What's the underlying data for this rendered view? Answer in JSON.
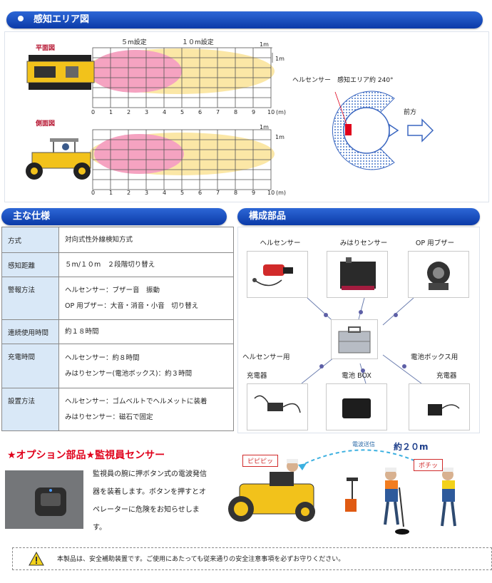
{
  "section1": {
    "title": "感知エリア図"
  },
  "diagram": {
    "plan_label": "平面図",
    "side_label": "側面図",
    "label_5m": "５m設定",
    "label_10m": "１０m設定",
    "scale_1m_a": "1m",
    "scale_1m_b": "1m",
    "scale_1m_c": "1m",
    "scale_1m_d": "1m",
    "axis_ticks": [
      "0",
      "1",
      "2",
      "3",
      "4",
      "5",
      "6",
      "7",
      "8",
      "9",
      "10"
    ],
    "unit": "(m)",
    "sensor_caption": "ヘルセンサー　感知エリア約 240°",
    "forward": "前方"
  },
  "specs": {
    "title": "主な仕様",
    "rows": [
      {
        "key": "方式",
        "lines": [
          "対向式性外線検知方式"
        ]
      },
      {
        "key": "感知距離",
        "lines": [
          "５m/１０m　２段階切り替え"
        ]
      },
      {
        "key": "警報方法",
        "lines": [
          "ヘルセンサー：ブザー音　振動",
          "OP 用ブザー：大音・消音・小音　切り替え"
        ]
      },
      {
        "key": "連続使用時間",
        "lines": [
          "約１８時間"
        ]
      },
      {
        "key": "充電時間",
        "lines": [
          "ヘルセンサー：約８時間",
          "みはりセンサー(電池ボックス)：約３時間"
        ]
      },
      {
        "key": "設置方法",
        "lines": [
          "ヘルセンサー：ゴムベルトでヘルメットに装着",
          "みはりセンサー：磁石で固定"
        ]
      }
    ]
  },
  "parts": {
    "title": "構成部品",
    "helsensor": "ヘルセンサー",
    "mihari": "みはりセンサー",
    "op_buzzer": "OP 用ブザー",
    "hel_charger_1": "ヘルセンサー用",
    "hel_charger_2": "充電器",
    "battery_box": "電池 BOX",
    "bat_charger_1": "電池ボックス用",
    "bat_charger_2": "充電器"
  },
  "option": {
    "title": "★オプション部品★監視員センサー",
    "text_lines": [
      "監視員の腕に押ボタン式の電波発信",
      "器を装着します。ボタンを押すとオ",
      "ペレーターに危険をお知らせしま",
      "す。"
    ],
    "bubble_left": "ピピピッ",
    "bubble_right": "ポチッ",
    "radio_label": "電波送信",
    "distance": "約２０m"
  },
  "notice": "本製品は、安全補助装置です。ご使用にあたっても従来通りの安全注意事項を必ずお守りください。",
  "colors": {
    "accent_blue": "#0b3aa8",
    "pink": "#f5a3c1",
    "cream": "#fbe7a6",
    "red": "#e0001b"
  }
}
